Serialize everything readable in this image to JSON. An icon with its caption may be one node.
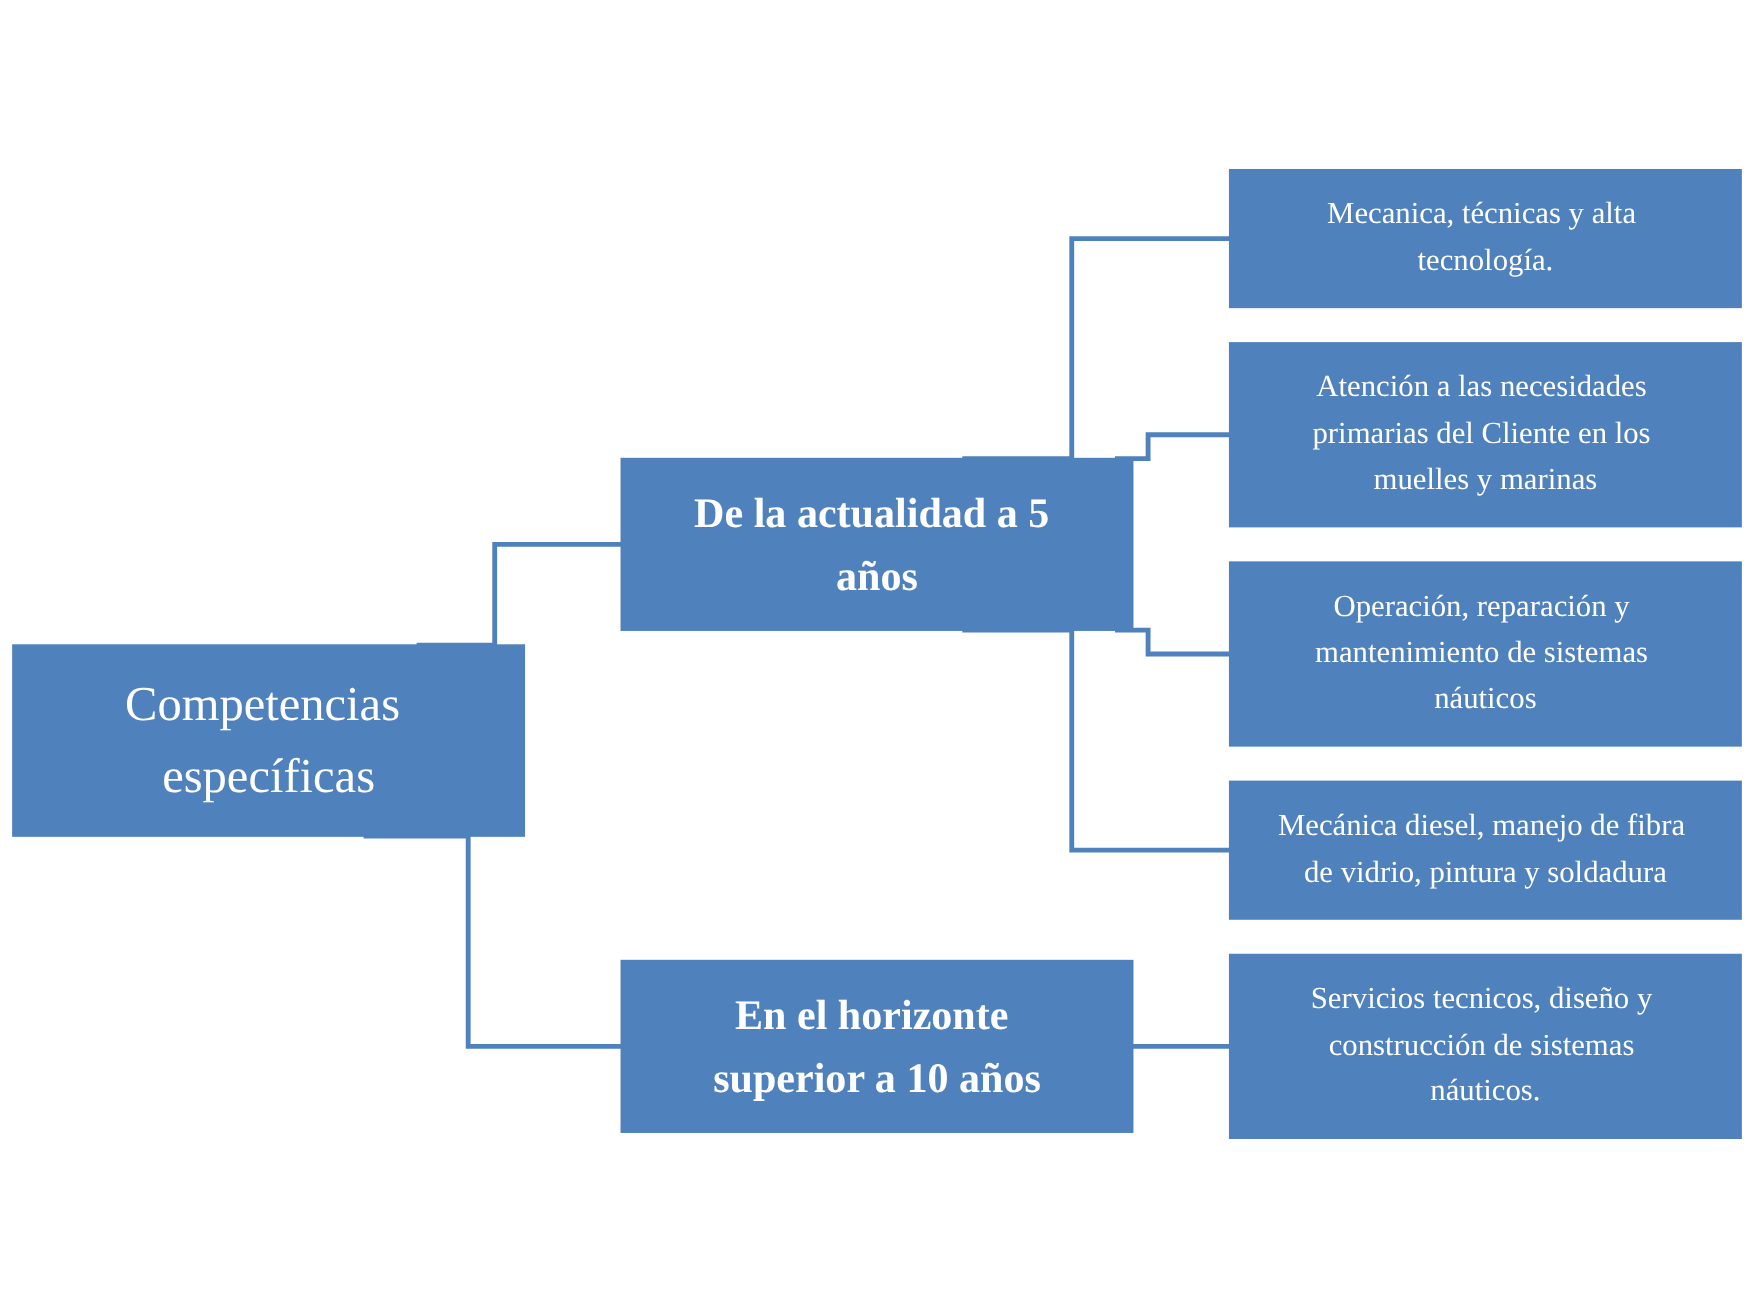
{
  "diagram": {
    "nodes": [
      {
        "text": [
          "Competencias específicas"
        ]
      },
      {
        "text": [
          "De la actualidad a 5 años"
        ]
      },
      {
        "text": [
          "En el horizonte superior a 10 años"
        ]
      },
      {
        "text": [
          "Mecanica, técnicas y alta tecnología."
        ]
      },
      {
        "text": [
          "Atención a las necesidades primarias del Cliente en los muelles y marinas"
        ]
      },
      {
        "text": [
          "Operación, reparación y mantenimiento de sistemas náuticos"
        ]
      },
      {
        "text": [
          "Mecánica diesel, manejo de fibra de vidrio, pintura y soldadura"
        ]
      },
      {
        "text": [
          "Servicios tecnicos, diseño y construcción de sistemas náuticos."
        ]
      }
    ],
    "edges": [
      {
        "from": 0,
        "to": 1,
        "arrow": "none"
      },
      {
        "from": 0,
        "to": 2,
        "arrow": "none"
      },
      {
        "from": 1,
        "to": 3,
        "arrow": "none"
      },
      {
        "from": 1,
        "to": 4,
        "arrow": "none"
      },
      {
        "from": 1,
        "to": 5,
        "arrow": "none"
      },
      {
        "from": 1,
        "to": 6,
        "arrow": "none"
      },
      {
        "from": 2,
        "to": 7,
        "arrow": "none"
      }
    ]
  }
}
